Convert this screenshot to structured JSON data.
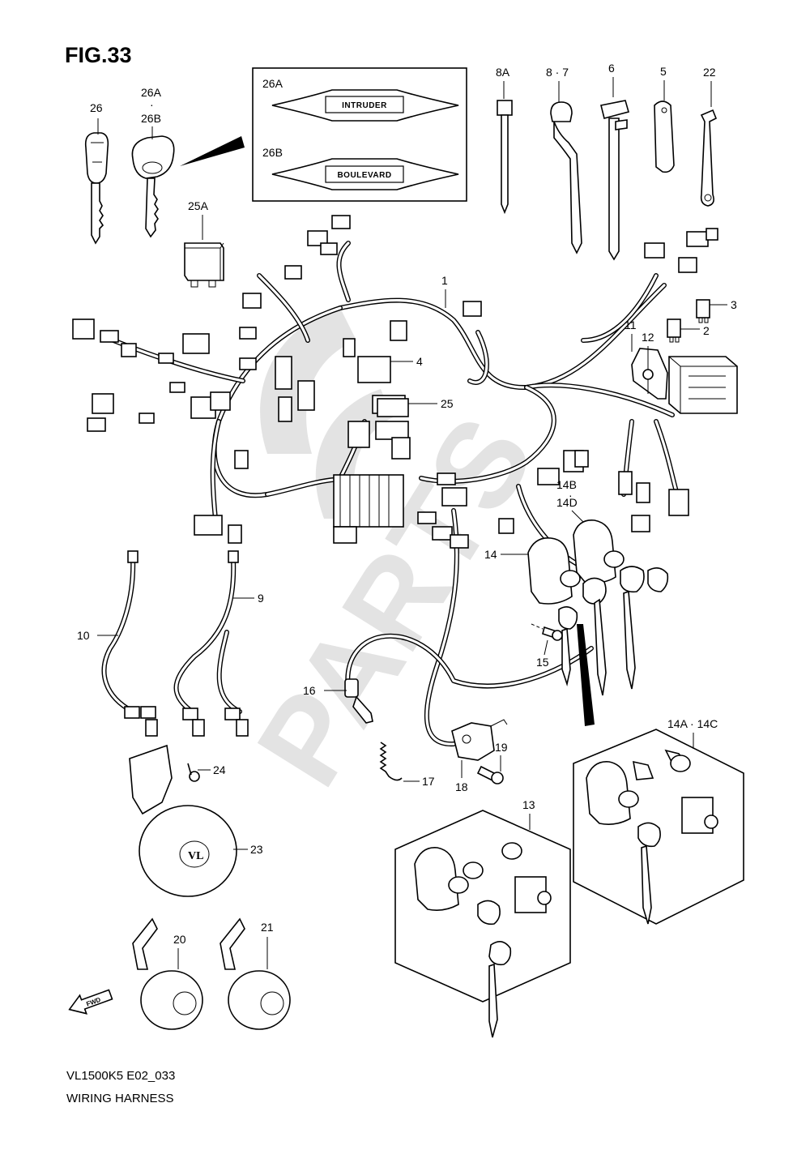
{
  "figure": {
    "title": "FIG.33"
  },
  "footer": {
    "model": "VL1500K5 E02_033",
    "caption": "WIRING HARNESS"
  },
  "inset": {
    "label_a": "26A",
    "label_b": "26B",
    "badge_a": "INTRUDER",
    "badge_b": "BOULEVARD"
  },
  "fwd_label": "FWD",
  "watermark": "PARTS",
  "callouts": {
    "c26": "26",
    "c26a": "26A",
    "c26dot": "·",
    "c26b": "26B",
    "c25a": "25A",
    "c8a": "8A",
    "c87": "8 · 7",
    "c6": "6",
    "c5": "5",
    "c22": "22",
    "c1": "1",
    "c3": "3",
    "c2": "2",
    "c11": "11",
    "c12": "12",
    "c4": "4",
    "c25": "25",
    "c14b": "14B",
    "c14dot": "·",
    "c14d": "14D",
    "c14": "14",
    "c9": "9",
    "c10": "10",
    "c15": "15",
    "c16": "16",
    "c17": "17",
    "c18": "18",
    "c19": "19",
    "c24": "24",
    "c23": "23",
    "c13": "13",
    "c14ac": "14A · 14C",
    "c20": "20",
    "c21": "21"
  }
}
